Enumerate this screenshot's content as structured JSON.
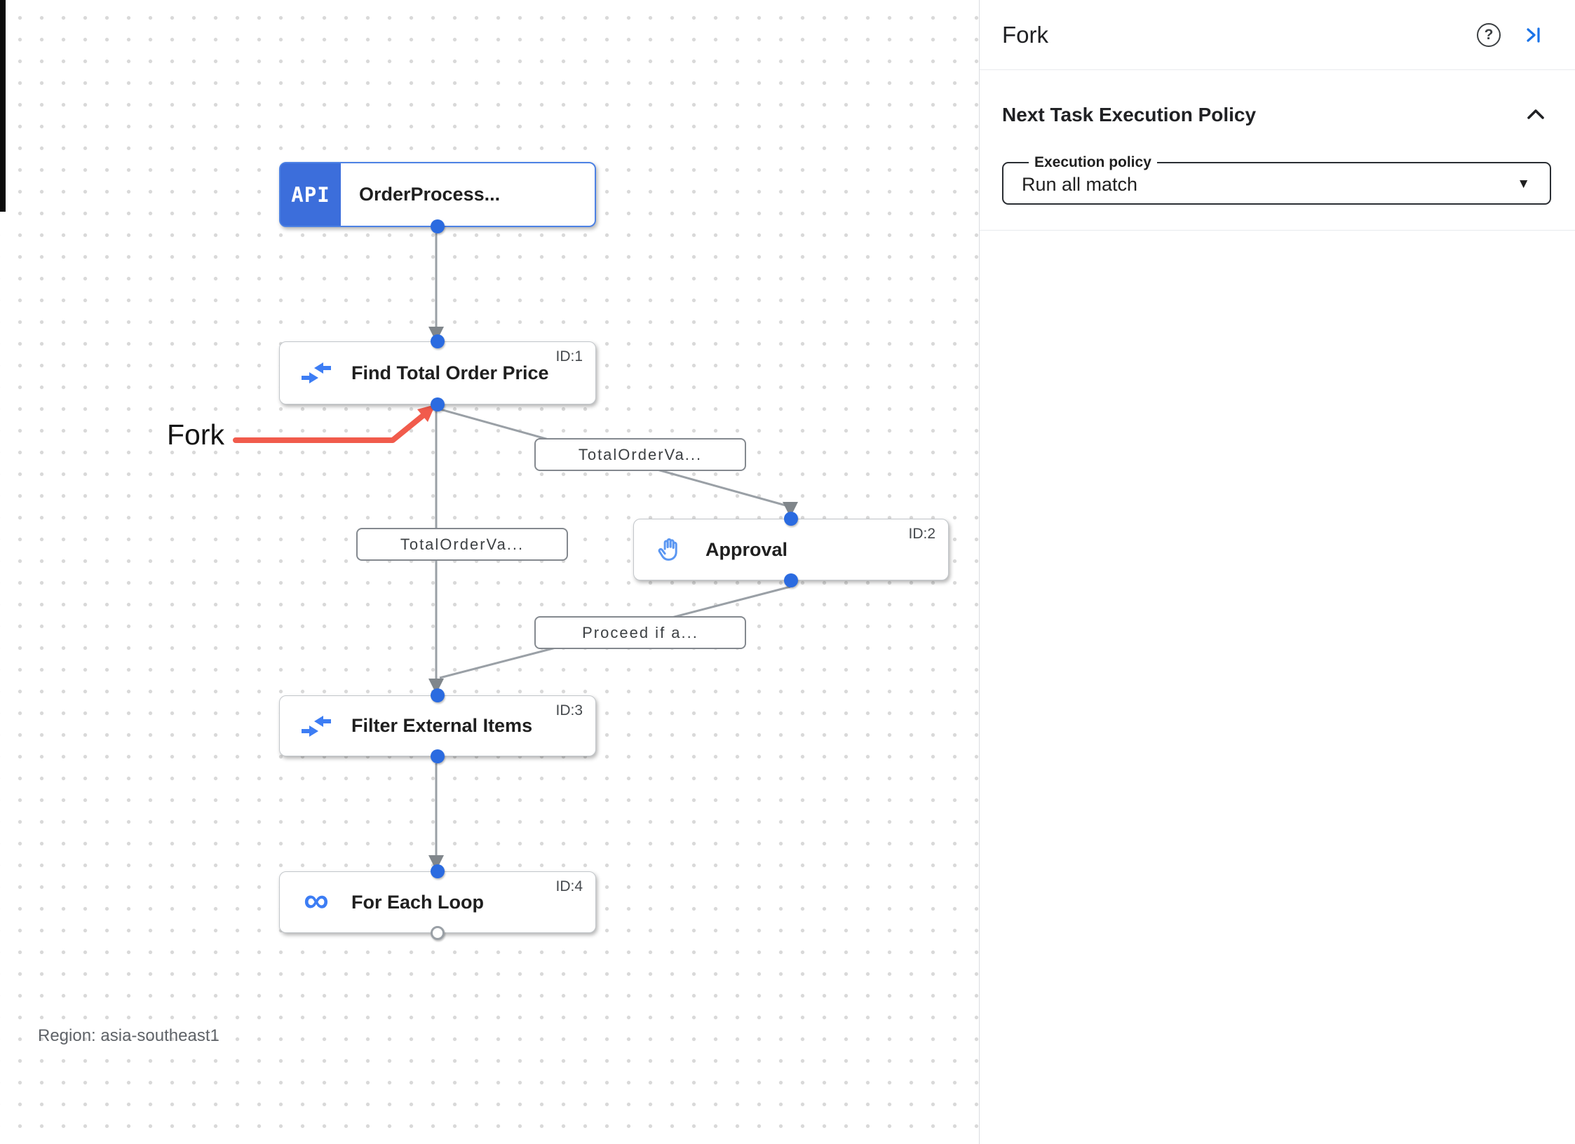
{
  "canvas": {
    "api_badge_label": "API",
    "nodes": [
      {
        "title": "OrderProcess...",
        "id_label": "",
        "icon": "api-trigger"
      },
      {
        "title": "Find Total Order Price",
        "id_label": "ID:1",
        "icon": "data-mapping"
      },
      {
        "title": "Approval",
        "id_label": "ID:2",
        "icon": "approval-hand"
      },
      {
        "title": "Filter External Items",
        "id_label": "ID:3",
        "icon": "data-mapping"
      },
      {
        "title": "For Each Loop",
        "id_label": "ID:4",
        "icon": "for-each-loop"
      }
    ],
    "edge_labels": [
      {
        "text": "TotalOrderVa..."
      },
      {
        "text": "TotalOrderVa..."
      },
      {
        "text": "Proceed if a..."
      }
    ],
    "annotation": {
      "label": "Fork"
    },
    "region_note": "Region: asia-southeast1"
  },
  "panel": {
    "title": "Fork",
    "section": {
      "title": "Next Task Execution Policy",
      "field_label": "Execution policy",
      "field_value": "Run all match"
    }
  },
  "glyphs": {
    "help": "?",
    "caret": "▼",
    "infinity": "∞"
  },
  "colors": {
    "accent_blue": "#1a73e8",
    "icon_blue": "#3d7df4",
    "connector_blue": "#2b6be0",
    "edge_gray": "#9aa0a6",
    "arrowhead_gray": "#80868b",
    "annotation_red": "#f15b4c",
    "trigger_badge_blue": "#3c6edb"
  }
}
